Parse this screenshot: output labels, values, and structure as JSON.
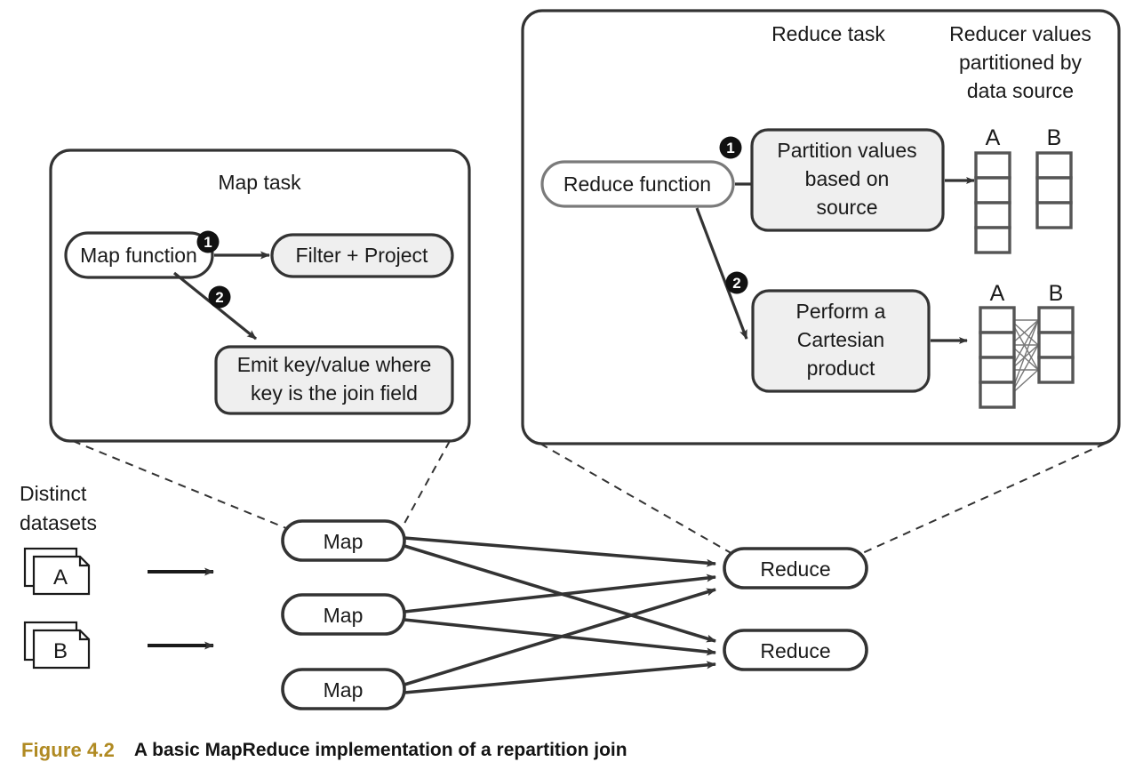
{
  "figure": {
    "number": "Figure 4.2",
    "caption": "A basic MapReduce implementation of a repartition join"
  },
  "map_task_panel": {
    "title": "Map task",
    "function_node": "Map function",
    "steps": [
      {
        "badge": "1",
        "label": "Filter + Project"
      },
      {
        "badge": "2",
        "label_line1": "Emit key/value where",
        "label_line2": "key is the join field"
      }
    ]
  },
  "reduce_task_panel": {
    "title": "Reduce task",
    "side_note_line1": "Reducer values",
    "side_note_line2": "partitioned by",
    "side_note_line3": "data source",
    "function_node": "Reduce function",
    "steps": [
      {
        "badge": "1",
        "label_line1": "Partition values",
        "label_line2": "based on",
        "label_line3": "source"
      },
      {
        "badge": "2",
        "label_line1": "Perform a",
        "label_line2": "Cartesian",
        "label_line3": "product"
      }
    ],
    "columns_step1": [
      {
        "letter": "A",
        "cells": 4
      },
      {
        "letter": "B",
        "cells": 3
      }
    ],
    "columns_step2": [
      {
        "letter": "A",
        "cells": 4
      },
      {
        "letter": "B",
        "cells": 3
      }
    ]
  },
  "dataflow": {
    "datasets_label_line1": "Distinct",
    "datasets_label_line2": "datasets",
    "datasets": [
      "A",
      "B"
    ],
    "map_nodes": [
      "Map",
      "Map",
      "Map"
    ],
    "reduce_nodes": [
      "Reduce",
      "Reduce"
    ]
  },
  "colors": {
    "stroke_dark": "#333333",
    "stroke_medium": "#777777",
    "fill_shaded": "#efefef",
    "caption_number": "#b08a22",
    "text": "#1a1a1a"
  }
}
